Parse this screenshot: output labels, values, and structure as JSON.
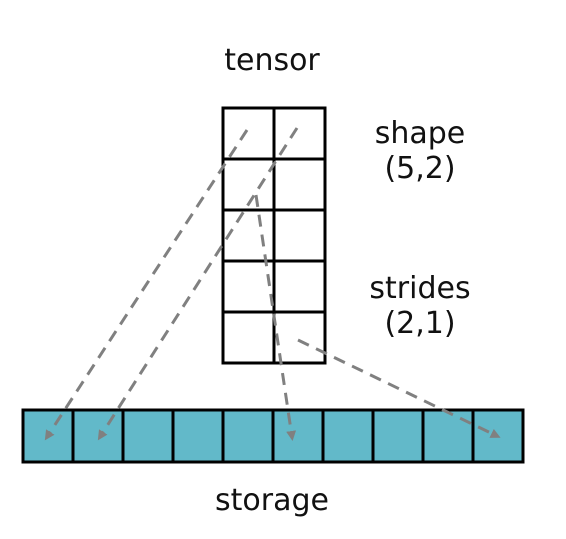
{
  "labels": {
    "tensor": "tensor",
    "shape_title": "shape",
    "shape_value": "(5,2)",
    "strides_title": "strides",
    "strides_value": "(2,1)",
    "storage": "storage"
  },
  "tensor_grid": {
    "rows": 5,
    "cols": 2
  },
  "storage_cells": 10,
  "arrows": [
    {
      "from": "tensor-cell-0-0",
      "to": "storage-cell-0"
    },
    {
      "from": "tensor-cell-0-1",
      "to": "storage-cell-1"
    },
    {
      "from": "tensor-cell-1-0",
      "to": "storage-cell-5"
    },
    {
      "from": "tensor-cell-4-1",
      "to": "storage-cell-9"
    }
  ],
  "colors": {
    "storage_fill": "#62b9c9",
    "grid_stroke": "#000000",
    "arrow": "#808080",
    "text": "#111111"
  }
}
